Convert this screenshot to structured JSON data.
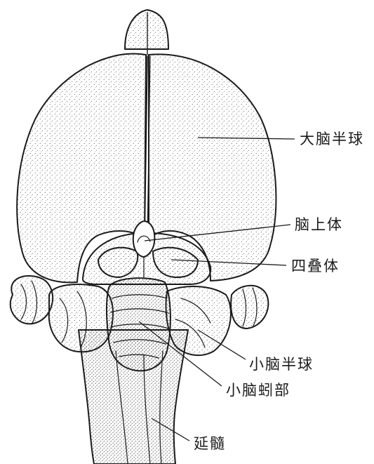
{
  "labels": {
    "cerebral_hemisphere": "大脑半球",
    "pineal_body": "脑上体",
    "corpora_quadrigemina": "四叠体",
    "cerebellar_hemisphere": "小脑半球",
    "cerebellar_vermis": "小脑蚓部",
    "medulla_oblongata": "延髓"
  },
  "colors": {
    "ink": "#1b1b1b",
    "stipple": "#3a3a3a",
    "background": "#ffffff"
  }
}
